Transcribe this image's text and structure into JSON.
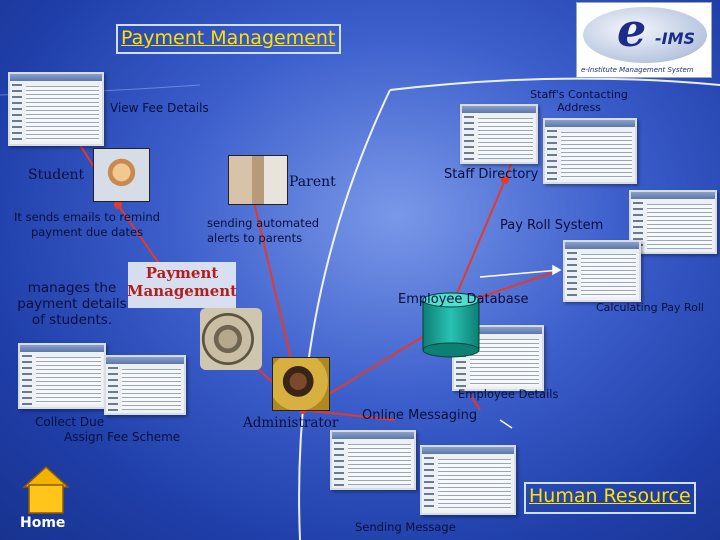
{
  "title": "Payment Management",
  "logo": {
    "letter": "e",
    "text": "-IMS",
    "caption": "e-Institute Management System"
  },
  "labels": {
    "view_fee_details": "View Fee Details",
    "staff_contacting_address": "Staff's Contacting Address",
    "student": "Student",
    "parent": "Parent",
    "staff_directory": "Staff Directory",
    "emails_remind": "It sends emails to remind payment due dates",
    "automated_alerts": "sending automated alerts to parents",
    "pay_roll_system": "Pay Roll System",
    "manages_payment": "manages the payment details of students.",
    "payment_management_logo": "Payment Management",
    "employee_database": "Employee Database",
    "calculating_pay_roll": "Calculating Pay Roll",
    "employee_details": "Employee Details",
    "collect_due": "Collect Due",
    "assign_fee_scheme": "Assign Fee Scheme",
    "administrator": "Administrator",
    "online_messaging": "Online Messaging",
    "human_resource": "Human Resource",
    "home": "Home",
    "sending_message": "Sending Message"
  },
  "colors": {
    "title": "#ffe100",
    "connector": "#e43a2a",
    "accent_red": "#b21e1e",
    "database": "#18a89a"
  }
}
